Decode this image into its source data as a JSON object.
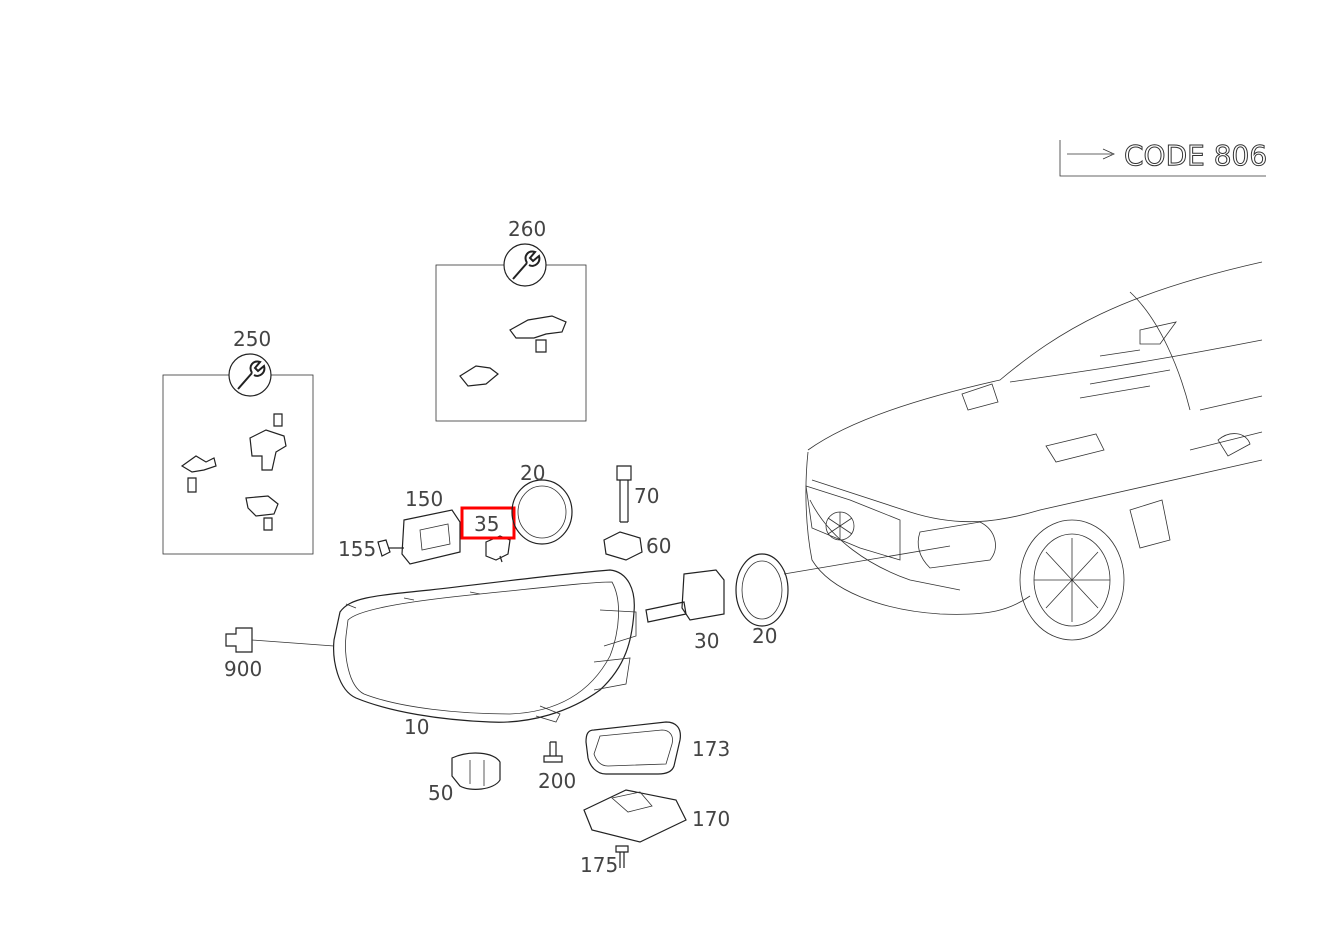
{
  "code_label": "CODE 806",
  "callouts": {
    "c250": "250",
    "c260": "260",
    "c150": "150",
    "c35": "35",
    "c20a": "20",
    "c70": "70",
    "c60": "60",
    "c155": "155",
    "c900": "900",
    "c10": "10",
    "c30": "30",
    "c20b": "20",
    "c173": "173",
    "c200": "200",
    "c50": "50",
    "c170": "170",
    "c175": "175"
  },
  "highlight": {
    "callout": "35",
    "color": "#ff0000"
  },
  "icons": {
    "repair_kit": "wrench-icon"
  }
}
